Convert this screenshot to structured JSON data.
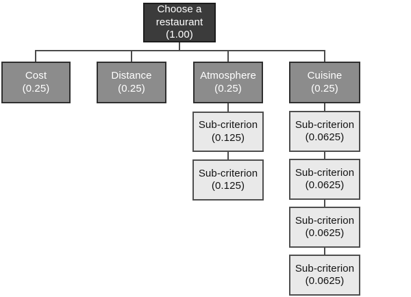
{
  "colors": {
    "canvas_bg": "#ffffff",
    "root_fill": "#3b3b3b",
    "root_border": "#1c1c1c",
    "root_text": "#ffffff",
    "criterion_fill": "#8c8c8c",
    "criterion_border": "#2e2e2e",
    "criterion_text": "#ffffff",
    "sub_fill": "#e9e9e9",
    "sub_border": "#4d4d4d",
    "sub_text": "#111111",
    "connector": "#4a4a4a"
  },
  "diagram": {
    "root": {
      "line1": "Choose a",
      "line2": "restaurant",
      "weight": "(1.00)"
    },
    "criteria": [
      {
        "label": "Cost",
        "weight": "(0.25)"
      },
      {
        "label": "Distance",
        "weight": "(0.25)"
      },
      {
        "label": "Atmosphere",
        "weight": "(0.25)"
      },
      {
        "label": "Cuisine",
        "weight": "(0.25)"
      }
    ],
    "atmosphere_subcriteria": [
      {
        "label": "Sub-criterion",
        "weight": "(0.125)"
      },
      {
        "label": "Sub-criterion",
        "weight": "(0.125)"
      }
    ],
    "cuisine_subcriteria": [
      {
        "label": "Sub-criterion",
        "weight": "(0.0625)"
      },
      {
        "label": "Sub-criterion",
        "weight": "(0.0625)"
      },
      {
        "label": "Sub-criterion",
        "weight": "(0.0625)"
      },
      {
        "label": "Sub-criterion",
        "weight": "(0.0625)"
      }
    ]
  }
}
